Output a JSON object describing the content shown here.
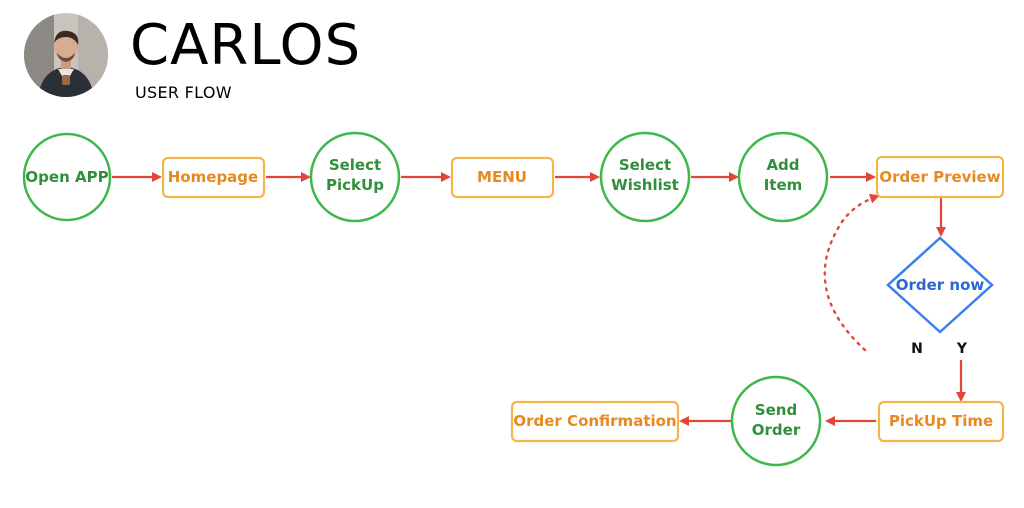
{
  "header": {
    "title": "CARLOS",
    "subtitle": "USER FLOW"
  },
  "colors": {
    "circle_stroke": "#3db84a",
    "circle_text": "#2f8f3a",
    "rect_stroke": "#f6b44c",
    "rect_text": "#e8891f",
    "diamond_stroke": "#3a7ef0",
    "diamond_text": "#2b67d1",
    "arrow": "#e0473a"
  },
  "nodes": {
    "open_app": [
      "Open APP"
    ],
    "homepage": [
      "Homepage"
    ],
    "select_pickup": [
      "Select",
      "PickUp"
    ],
    "menu": [
      "MENU"
    ],
    "select_wishlist": [
      "Select",
      "Wishlist"
    ],
    "add_item": [
      "Add",
      "Item"
    ],
    "order_preview": [
      "Order Preview"
    ],
    "order_now": [
      "Order now"
    ],
    "pickup_time": [
      "PickUp Time"
    ],
    "send_order": [
      "Send",
      "Order"
    ],
    "order_confirmation": [
      "Order Confirmation"
    ]
  },
  "branches": {
    "no": "N",
    "yes": "Y"
  }
}
